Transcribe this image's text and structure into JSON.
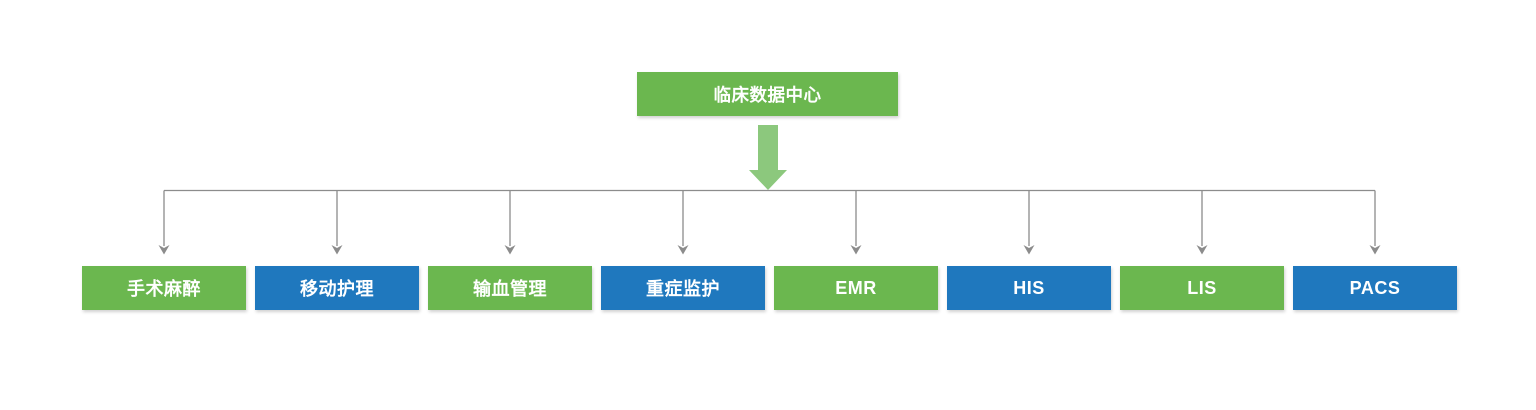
{
  "diagram": {
    "root": {
      "label": "临床数据中心",
      "color": "#6BB74F"
    },
    "children": [
      {
        "label": "手术麻醉",
        "color": "#6BB74F"
      },
      {
        "label": "移动护理",
        "color": "#1F78BE"
      },
      {
        "label": "输血管理",
        "color": "#6BB74F"
      },
      {
        "label": "重症监护",
        "color": "#1F78BE"
      },
      {
        "label": "EMR",
        "color": "#6BB74F"
      },
      {
        "label": "HIS",
        "color": "#1F78BE"
      },
      {
        "label": "LIS",
        "color": "#6BB74F"
      },
      {
        "label": "PACS",
        "color": "#1F78BE"
      }
    ]
  },
  "icons": {
    "down_arrow": "thick-down-block-arrow",
    "child_pointer": "small-down-arrowhead"
  },
  "colors": {
    "green": "#6BB74F",
    "blue": "#1F78BE",
    "arrow_green": "#8CC87D",
    "connector_gray": "#8C8C8C",
    "label_text": "#FFFFFF",
    "background": "#FFFFFF"
  }
}
